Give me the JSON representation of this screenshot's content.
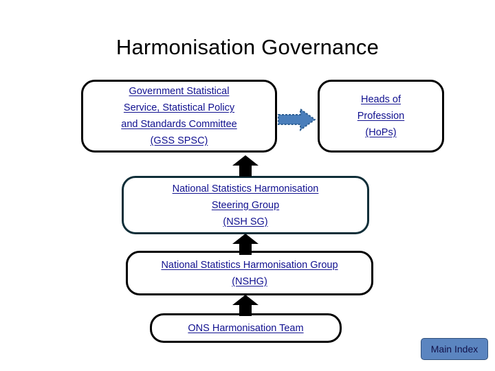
{
  "slide": {
    "title": "Harmonisation Governance",
    "background_color": "#ffffff"
  },
  "colors": {
    "link_text": "#10108f",
    "box_border_black": "#000000",
    "box_border_teal": "#0f2e38",
    "arrow_right_fill": "#4a7ebb",
    "arrow_right_stroke": "#2e5f92",
    "arrow_up_fill": "#000000",
    "button_fill": "#5b85c0",
    "button_border": "#2f4f7a",
    "button_text": "#12124a",
    "title_text": "#000000"
  },
  "nodes": [
    {
      "id": "gss-spsc",
      "lines": [
        "Government Statistical",
        "Service, Statistical Policy",
        "and Standards Committee",
        "(GSS SPSC)"
      ],
      "border": "black"
    },
    {
      "id": "hops",
      "lines": [
        "Heads of",
        "Profession",
        "(HoPs)"
      ],
      "border": "black"
    },
    {
      "id": "nshsg",
      "lines": [
        "National Statistics Harmonisation",
        "Steering Group",
        "(NSH SG)"
      ],
      "border": "teal"
    },
    {
      "id": "nshg",
      "lines": [
        "National Statistics Harmonisation Group",
        "(NSHG)"
      ],
      "border": "black"
    },
    {
      "id": "ons",
      "lines": [
        "ONS Harmonisation Team"
      ],
      "border": "black"
    }
  ],
  "arrows": [
    {
      "id": "gss-to-hops",
      "icon": "arrow-right-icon",
      "direction": "right",
      "color": "#4a7ebb"
    },
    {
      "id": "nshsg-to-gss",
      "icon": "arrow-up-icon",
      "direction": "up",
      "color": "#000000"
    },
    {
      "id": "nshg-to-nshsg",
      "icon": "arrow-up-icon",
      "direction": "up",
      "color": "#000000"
    },
    {
      "id": "ons-to-nshg",
      "icon": "arrow-up-icon",
      "direction": "up",
      "color": "#000000"
    }
  ],
  "buttons": {
    "main_index": {
      "label": "Main Index"
    }
  }
}
